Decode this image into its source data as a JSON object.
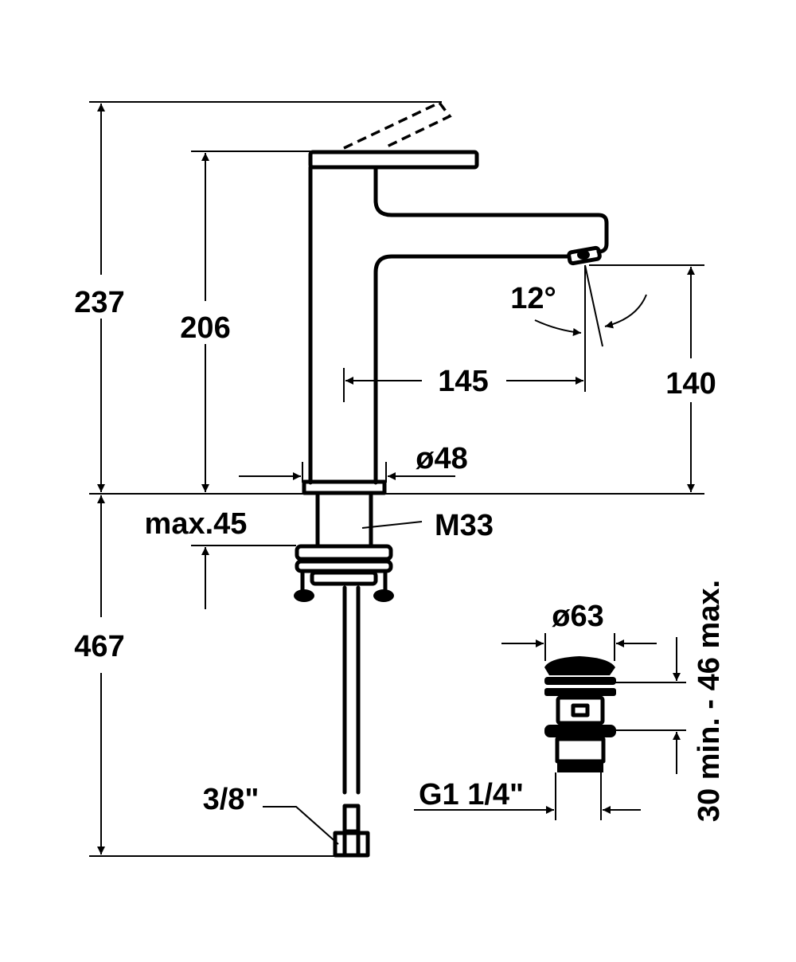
{
  "drawing": {
    "title": "Faucet technical dimension drawing",
    "units": "mm",
    "dimensions": {
      "total_height_handle_raised": "237",
      "body_height": "206",
      "spout_clearance": "140",
      "spout_reach": "145",
      "body_diameter": "ø48",
      "thread": "M33",
      "max_deck_thickness": "max.45",
      "hose_length": "467",
      "hose_connection": "3/8\"",
      "spray_angle": "12°",
      "waste_cap_diameter": "ø63",
      "waste_thread": "G1 1/4\"",
      "waste_clamp_range": "30 min. - 46 max."
    }
  }
}
